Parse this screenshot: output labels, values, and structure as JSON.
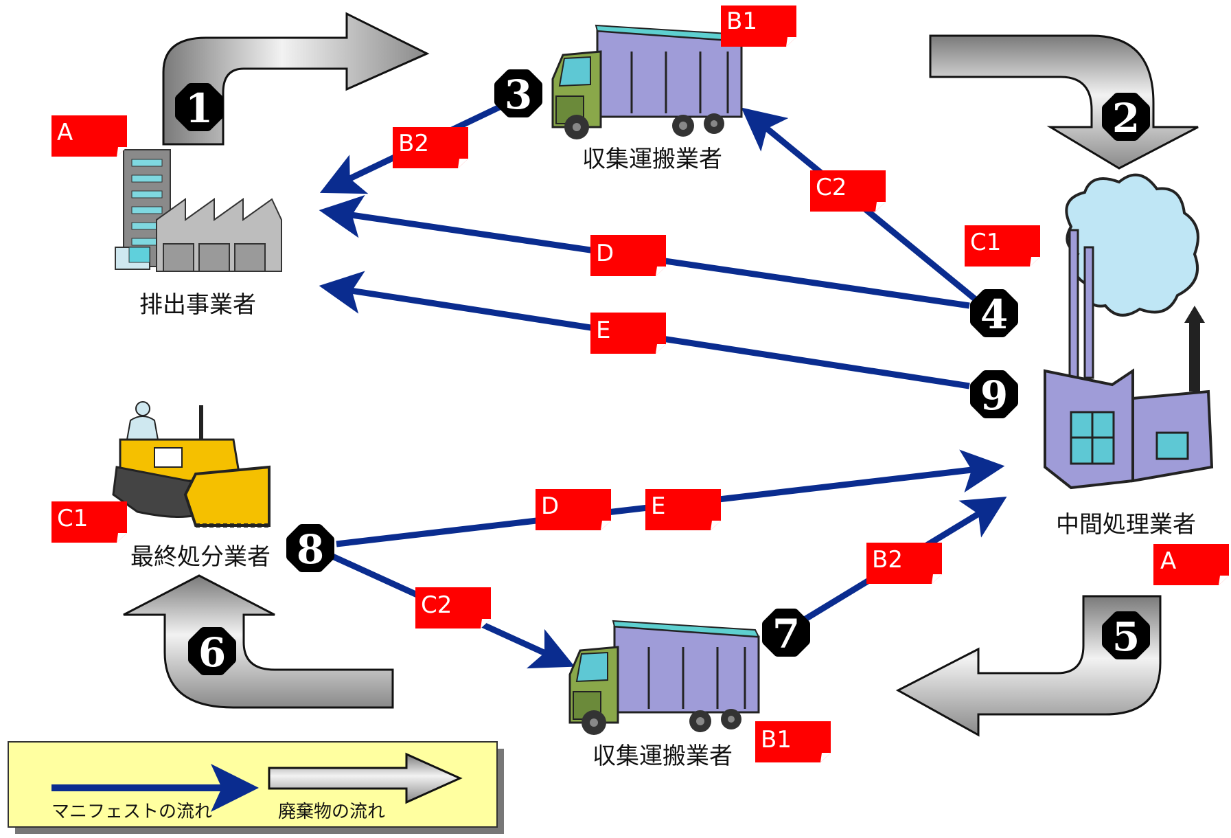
{
  "actors": {
    "emitter": "排出事業者",
    "collector_top": "収集運搬業者",
    "collector_bottom": "収集運搬業者",
    "intermediate": "中間処理業者",
    "final_disposal": "最終処分業者"
  },
  "steps": [
    "1",
    "2",
    "3",
    "4",
    "5",
    "6",
    "7",
    "8",
    "9"
  ],
  "tags": {
    "A_emitter": "A",
    "B1_top": "B1",
    "B2_top": "B2",
    "C2_top": "C2",
    "C1_right": "C1",
    "D_top": "D",
    "E_top": "E",
    "C1_left": "C1",
    "D_bottom": "D",
    "E_bottom": "E",
    "B2_bottom": "B2",
    "A_right": "A",
    "C2_bottom": "C2",
    "B1_bottom": "B1"
  },
  "legend": {
    "manifest_flow": "マニフェストの流れ",
    "waste_flow": "廃棄物の流れ"
  },
  "colors": {
    "manifest_arrow": "#0a2c8f",
    "tag_red": "#ff0000",
    "legend_bg": "#ffffa0",
    "step_badge": "#000000"
  }
}
